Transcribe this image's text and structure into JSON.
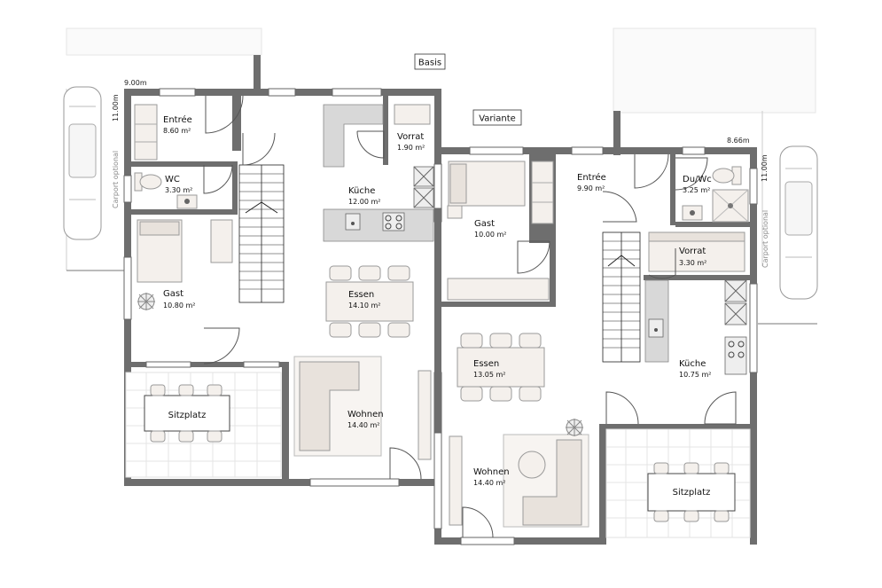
{
  "labels": {
    "basis": "Basis",
    "variante": "Variante",
    "dim_left_width": "9.00m",
    "dim_left_height": "11.00m",
    "dim_right_width": "8.66m",
    "dim_right_height": "11.00m",
    "carport_left": "Carport optional",
    "carport_right": "Carport optional"
  },
  "rooms_left": [
    {
      "id": "entree",
      "name": "Entrée",
      "area": "8.60 m²"
    },
    {
      "id": "wc",
      "name": "WC",
      "area": "3.30 m²"
    },
    {
      "id": "gast",
      "name": "Gast",
      "area": "10.80 m²"
    },
    {
      "id": "vorrat",
      "name": "Vorrat",
      "area": "1.90 m²"
    },
    {
      "id": "kuche",
      "name": "Küche",
      "area": "12.00 m²"
    },
    {
      "id": "essen",
      "name": "Essen",
      "area": "14.10 m²"
    },
    {
      "id": "wohnen",
      "name": "Wohnen",
      "area": "14.40 m²"
    },
    {
      "id": "sitzplatz",
      "name": "Sitzplatz",
      "area": ""
    }
  ],
  "rooms_right": [
    {
      "id": "gast",
      "name": "Gast",
      "area": "10.00 m²"
    },
    {
      "id": "entree",
      "name": "Entrée",
      "area": "9.90 m²"
    },
    {
      "id": "duwc",
      "name": "Du/Wc",
      "area": "3.25 m²"
    },
    {
      "id": "vorrat",
      "name": "Vorrat",
      "area": "3.30 m²"
    },
    {
      "id": "kuche",
      "name": "Küche",
      "area": "10.75 m²"
    },
    {
      "id": "essen",
      "name": "Essen",
      "area": "13.05 m²"
    },
    {
      "id": "wohnen",
      "name": "Wohnen",
      "area": "14.40 m²"
    },
    {
      "id": "sitzplatz",
      "name": "Sitzplatz",
      "area": ""
    }
  ],
  "colors": {
    "wall": "#6e6e6e",
    "furniture": "#f4f0ec",
    "tile_line": "#d9d9d9"
  }
}
